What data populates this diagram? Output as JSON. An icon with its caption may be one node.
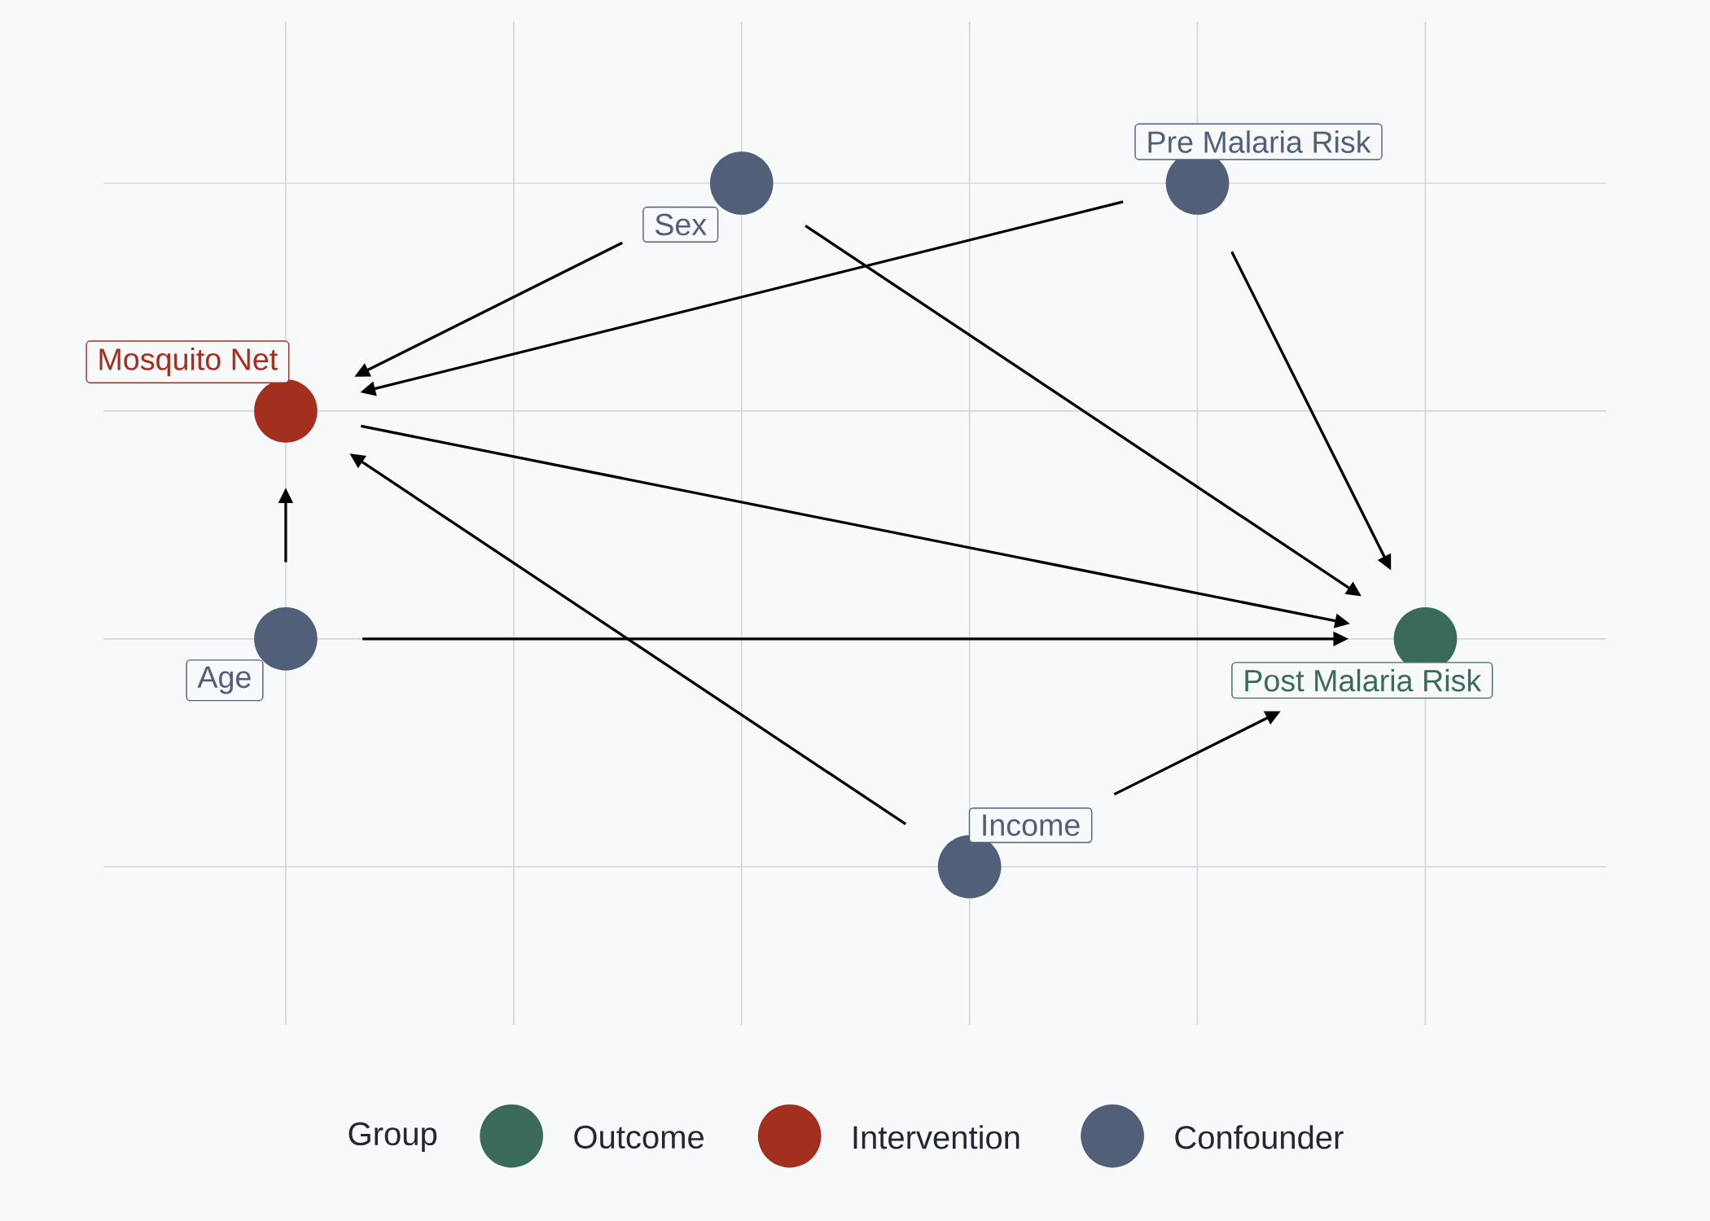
{
  "diagram": {
    "nodes": [
      {
        "text": [
          "Sex"
        ]
      },
      {
        "text": [
          "Pre Malaria Risk"
        ]
      },
      {
        "text": [
          "Mosquito Net"
        ]
      },
      {
        "text": [
          "Age"
        ]
      },
      {
        "text": [
          "Post Malaria Risk"
        ]
      },
      {
        "text": [
          "Income"
        ]
      }
    ],
    "edges": [
      {
        "from": 0,
        "to": 2,
        "arrow": "to"
      },
      {
        "from": 0,
        "to": 4,
        "arrow": "to"
      },
      {
        "from": 1,
        "to": 2,
        "arrow": "to"
      },
      {
        "from": 1,
        "to": 4,
        "arrow": "to"
      },
      {
        "from": 2,
        "to": 4,
        "arrow": "to"
      },
      {
        "from": 3,
        "to": 2,
        "arrow": "to"
      },
      {
        "from": 3,
        "to": 4,
        "arrow": "to"
      },
      {
        "from": 5,
        "to": 2,
        "arrow": "to"
      },
      {
        "from": 5,
        "to": 4,
        "arrow": "to"
      }
    ],
    "labels": [
      "Group"
    ],
    "legend": [
      {
        "text": "Outcome",
        "color": "#3a6b5a"
      },
      {
        "text": "Intervention",
        "color": "#a3301f"
      },
      {
        "text": "Confounder",
        "color": "#525f78"
      }
    ]
  }
}
